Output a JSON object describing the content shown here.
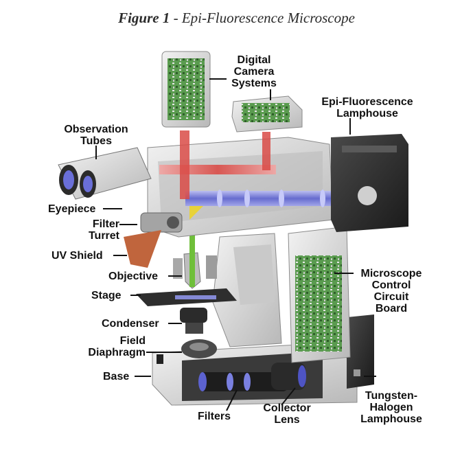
{
  "figure": {
    "label": "Figure 1",
    "separator": " - ",
    "title": "Epi-Fluorescence Microscope"
  },
  "labels": {
    "digital_camera": [
      "Digital",
      "Camera",
      "Systems"
    ],
    "epi_lamphouse": [
      "Epi-Fluorescence",
      "Lamphouse"
    ],
    "observation_tubes": [
      "Observation",
      "Tubes"
    ],
    "eyepiece": "Eyepiece",
    "filter_turret": [
      "Filter",
      "Turret"
    ],
    "uv_shield": "UV Shield",
    "objective": "Objective",
    "stage": "Stage",
    "condenser": "Condenser",
    "field_diaphragm": [
      "Field",
      "Diaphragm"
    ],
    "base": "Base",
    "filters": "Filters",
    "collector_lens": [
      "Collector",
      "Lens"
    ],
    "microscope_control": [
      "Microscope",
      "Control",
      "Circuit",
      "Board"
    ],
    "tungsten_lamphouse": [
      "Tungsten-",
      "Halogen",
      "Lamphouse"
    ]
  },
  "colors": {
    "body": "#d9d9d9",
    "body_dark": "#8a8a8a",
    "lamphouse": "#2b2b2b",
    "light_path_blue": "#6a6fd8",
    "light_path_red": "#d9534f",
    "light_path_green": "#6fbf3a",
    "circuit_green": "#4d8f45",
    "uv_shield": "#c0653d"
  }
}
